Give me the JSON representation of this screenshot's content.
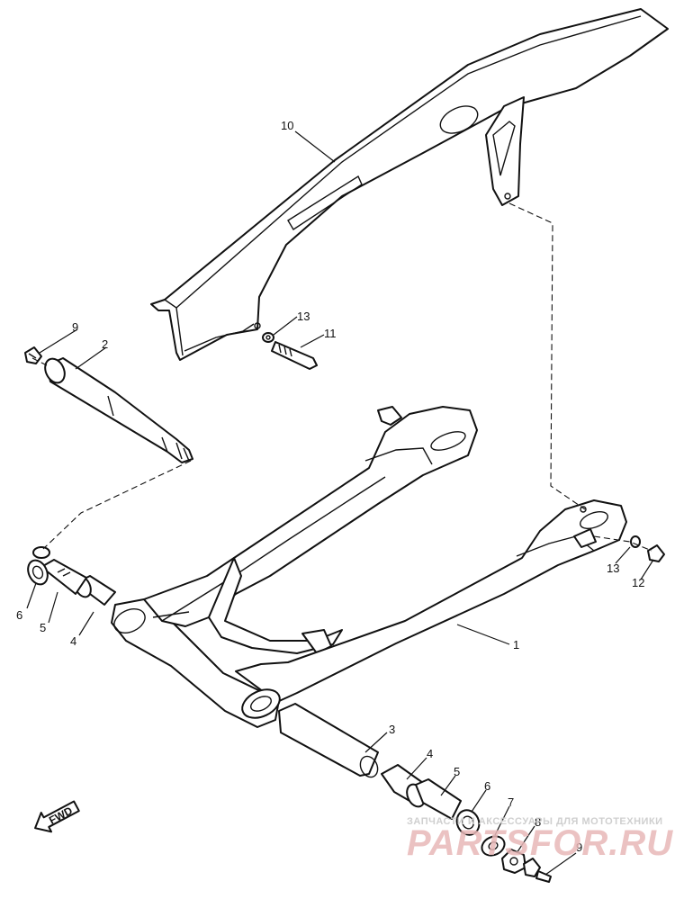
{
  "callouts": [
    {
      "id": "c10",
      "label": "10"
    },
    {
      "id": "c9a",
      "label": "9"
    },
    {
      "id": "c2",
      "label": "2"
    },
    {
      "id": "c13a",
      "label": "13"
    },
    {
      "id": "c11",
      "label": "11"
    },
    {
      "id": "c6a",
      "label": "6"
    },
    {
      "id": "c5a",
      "label": "5"
    },
    {
      "id": "c4a",
      "label": "4"
    },
    {
      "id": "c1",
      "label": "1"
    },
    {
      "id": "c13b",
      "label": "13"
    },
    {
      "id": "c12",
      "label": "12"
    },
    {
      "id": "c3",
      "label": "3"
    },
    {
      "id": "c4b",
      "label": "4"
    },
    {
      "id": "c5b",
      "label": "5"
    },
    {
      "id": "c6b",
      "label": "6"
    },
    {
      "id": "c7",
      "label": "7"
    },
    {
      "id": "c8",
      "label": "8"
    },
    {
      "id": "c9b",
      "label": "9"
    }
  ],
  "direction_label": "FWD",
  "watermark": {
    "tagline": "ЗАПЧАСТИ И АКСЕССУАРЫ ДЛЯ МОТОТЕХНИКИ",
    "brand": "PARTSFOR.RU"
  },
  "colors": {
    "line": "#111111",
    "background": "#ffffff",
    "watermark_brand": "#e8b8b8",
    "watermark_tagline": "#cfcfcf"
  }
}
